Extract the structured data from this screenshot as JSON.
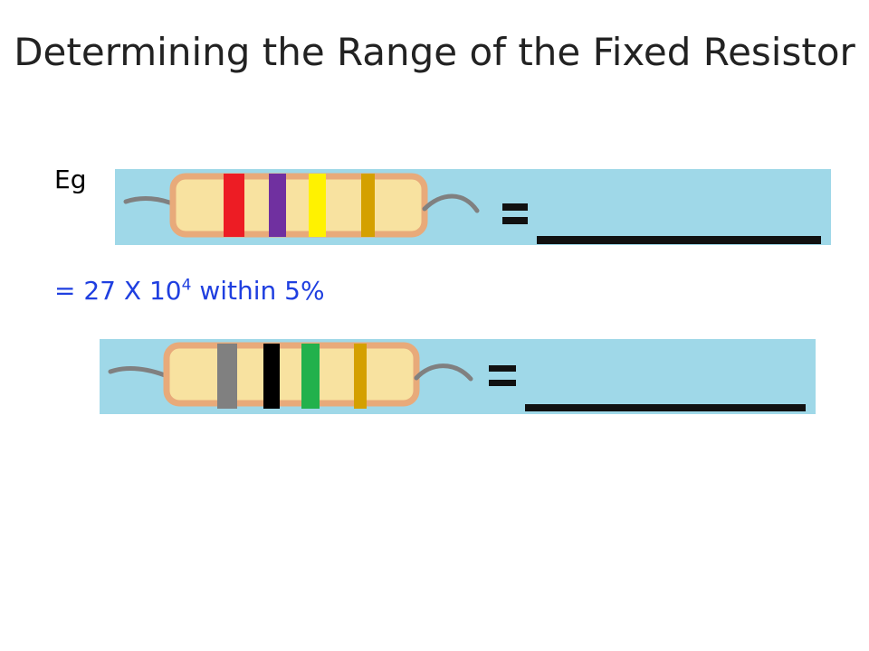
{
  "slide": {
    "title": "Determining the Range of the Fixed Resistor",
    "example_label": "Eg",
    "formula": {
      "prefix": "= 27 X 10",
      "exponent": "4",
      "suffix": " within 5%"
    }
  },
  "resistors": [
    {
      "bands": [
        "red",
        "purple",
        "yellow",
        "gold"
      ],
      "band_colors": [
        "#ed1c24",
        "#7030a0",
        "#fff200",
        "#d4a000"
      ],
      "answer_symbol": "="
    },
    {
      "bands": [
        "grey",
        "black",
        "green",
        "gold"
      ],
      "band_colors": [
        "#808080",
        "#000000",
        "#22b14c",
        "#d4a000"
      ],
      "answer_symbol": "="
    }
  ],
  "colors": {
    "panel_background": "#9fd8e8",
    "resistor_body": "#f8e2a0",
    "resistor_outline": "#e8aa7a",
    "lead_wire": "#808080",
    "formula_text": "#1f3fe0"
  }
}
